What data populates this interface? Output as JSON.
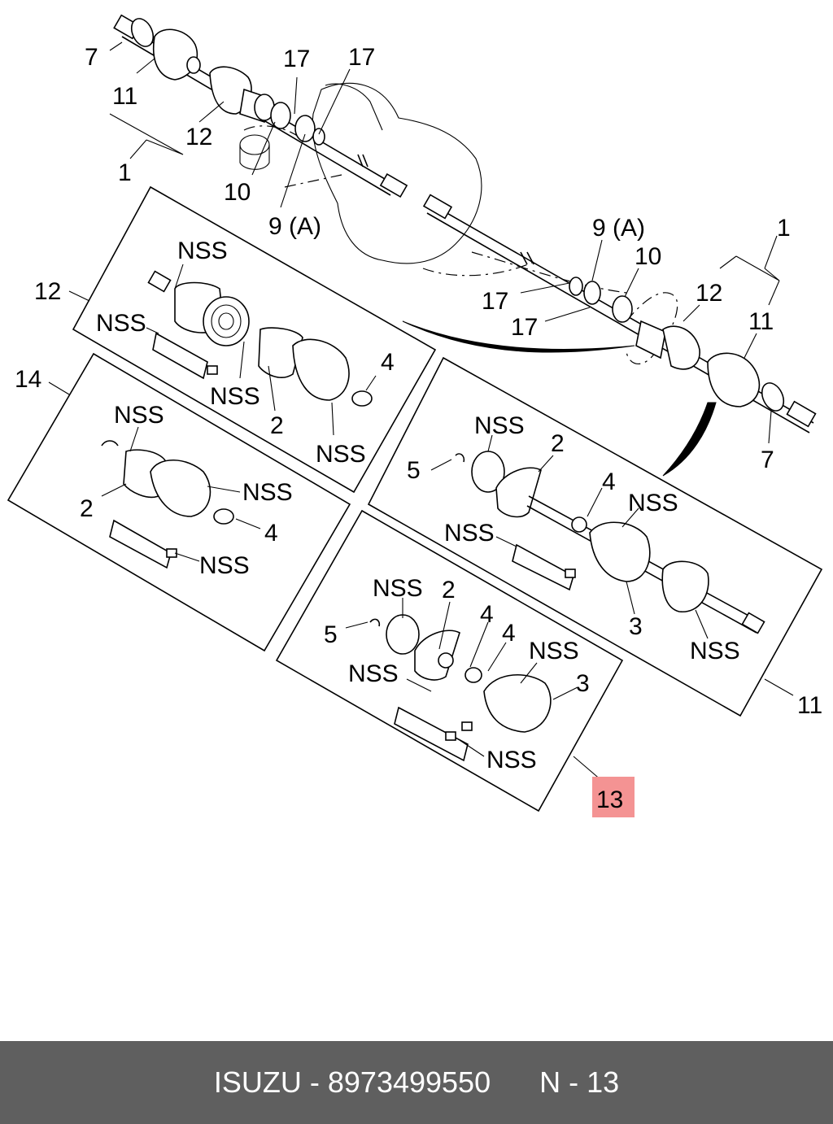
{
  "callouts": {
    "top_7": "7",
    "top_11": "11",
    "top_1": "1",
    "top_12": "12",
    "top_10": "10",
    "top_17a": "17",
    "top_17b": "17",
    "top_9a": "9 (A)",
    "right_9a": "9 (A)",
    "right_10": "10",
    "right_1": "1",
    "right_12": "12",
    "right_17a": "17",
    "right_17b": "17",
    "right_11": "11",
    "right_7": "7",
    "box12_ref": "12",
    "box12_nss1": "NSS",
    "box12_nss2": "NSS",
    "box12_nss3": "NSS",
    "box12_nss4": "NSS",
    "box12_2": "2",
    "box12_4": "4",
    "box14_ref": "14",
    "box14_nss1": "NSS",
    "box14_nss2": "NSS",
    "box14_nss3": "NSS",
    "box14_2": "2",
    "box14_4": "4",
    "box11_ref": "11",
    "box11_nss1": "NSS",
    "box11_nss2": "NSS",
    "box11_nss3": "NSS",
    "box11_nss4": "NSS",
    "box11_2": "2",
    "box11_4": "4",
    "box11_5": "5",
    "box11_3": "3",
    "box13_ref": "13",
    "box13_nss1": "NSS",
    "box13_nss2": "NSS",
    "box13_nss3": "NSS",
    "box13_nss4": "NSS",
    "box13_2": "2",
    "box13_4a": "4",
    "box13_4b": "4",
    "box13_5": "5",
    "box13_3": "3"
  },
  "highlight_color": "#f49393",
  "footer": {
    "brand": "ISUZU",
    "separator": "-",
    "part_number": "8973499550",
    "page_label": "N - 13",
    "background_color": "#5f5f5f"
  }
}
